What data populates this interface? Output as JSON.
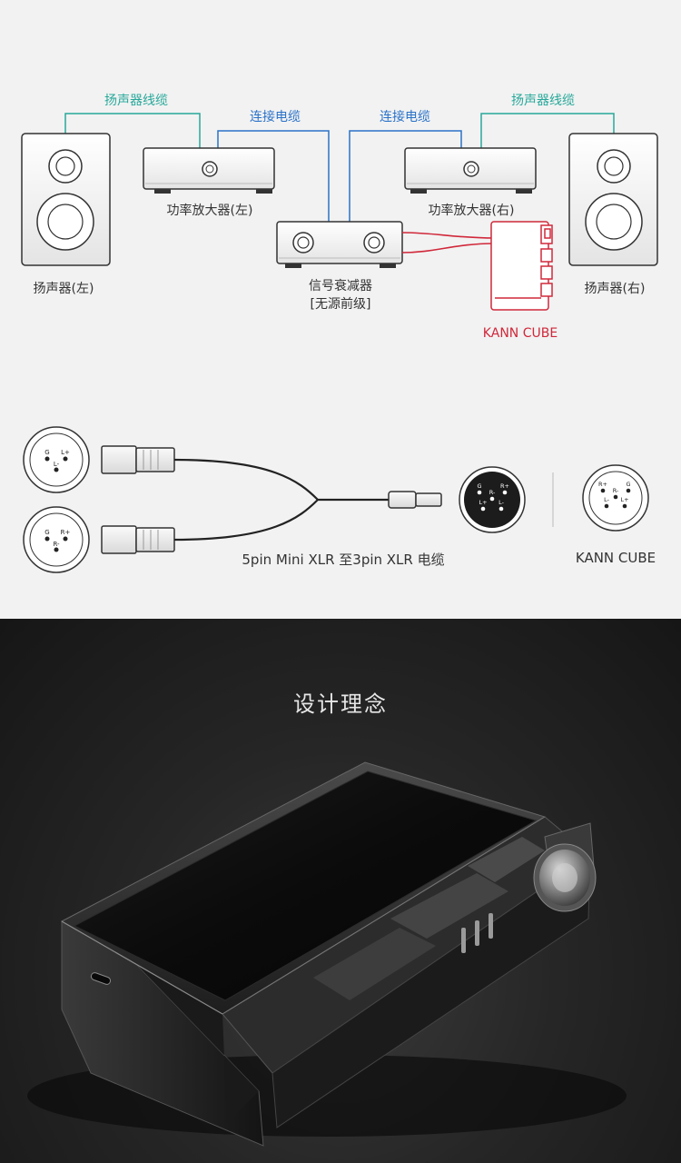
{
  "diagram": {
    "labels": {
      "speaker_cable_left": "扬声器线缆",
      "speaker_cable_right": "扬声器线缆",
      "connect_cable_left": "连接电缆",
      "connect_cable_right": "连接电缆",
      "amp_left": "功率放大器(左)",
      "amp_right": "功率放大器(右)",
      "speaker_left": "扬声器(左)",
      "speaker_right": "扬声器(右)",
      "attenuator_line1": "信号衰减器",
      "attenuator_line2": "[无源前级]",
      "kann_cube": "KANN CUBE"
    },
    "colors": {
      "speaker_cable": "#27a89a",
      "connect_cable": "#2a72c8",
      "device_cable": "#d0283a"
    }
  },
  "pinout": {
    "left_connector": {
      "pins": [
        "G",
        "L+",
        "L-"
      ]
    },
    "right_connector": {
      "pins": [
        "G",
        "R+",
        "R-"
      ]
    },
    "mini_xlr": {
      "pins": [
        "G",
        "R-",
        "R+",
        "L+",
        "L-"
      ]
    },
    "kann_jack": {
      "pins": [
        "R+",
        "R-",
        "G",
        "L-",
        "L+"
      ]
    },
    "cable_label": "5pin Mini XLR 至3pin XLR 电缆",
    "device_label": "KANN CUBE"
  },
  "section": {
    "title": "设计理念"
  },
  "product_image": {
    "icon": "player-device-photo"
  }
}
